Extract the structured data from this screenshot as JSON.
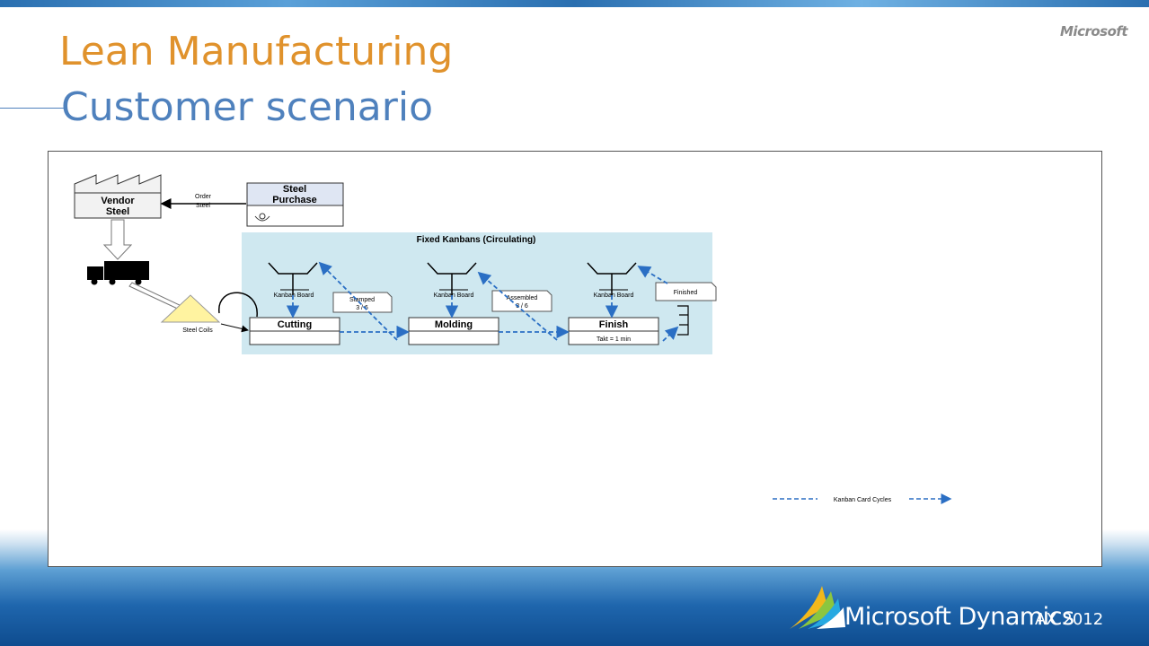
{
  "header": {
    "title_line1": "Lean Manufacturing",
    "title_line2": "Customer scenario",
    "corner_logo": "Microsoft"
  },
  "footer": {
    "brand": "Microsoft Dynamics",
    "version": "AX 2012"
  },
  "diagram": {
    "vendor": "Vendor",
    "vendor2": "Steel",
    "order1": "Order",
    "order2": "Steel",
    "purchase1": "Steel",
    "purchase2": "Purchase",
    "coils": "Steel Coils",
    "kanban_title": "Fixed Kanbans (Circulating)",
    "board1": "Kanban Board",
    "board2": "Kanban Board",
    "board3": "Kanban Board",
    "stamped1": "Stamped",
    "stamped2": "3 / 6",
    "assembled1": "Assembled",
    "assembled2": "3 / 6",
    "finished": "Finished",
    "cutting": "Cutting",
    "molding": "Molding",
    "finish": "Finish",
    "takt": "Takt = 1 min",
    "legend": "Kanban Card Cycles"
  },
  "colors": {
    "title_orange": "#e0922c",
    "title_blue": "#4f81bd",
    "kanban_bg": "#cfe8f0",
    "arrow_blue": "#2b6fc4",
    "coil_yellow": "#fff3a0"
  }
}
